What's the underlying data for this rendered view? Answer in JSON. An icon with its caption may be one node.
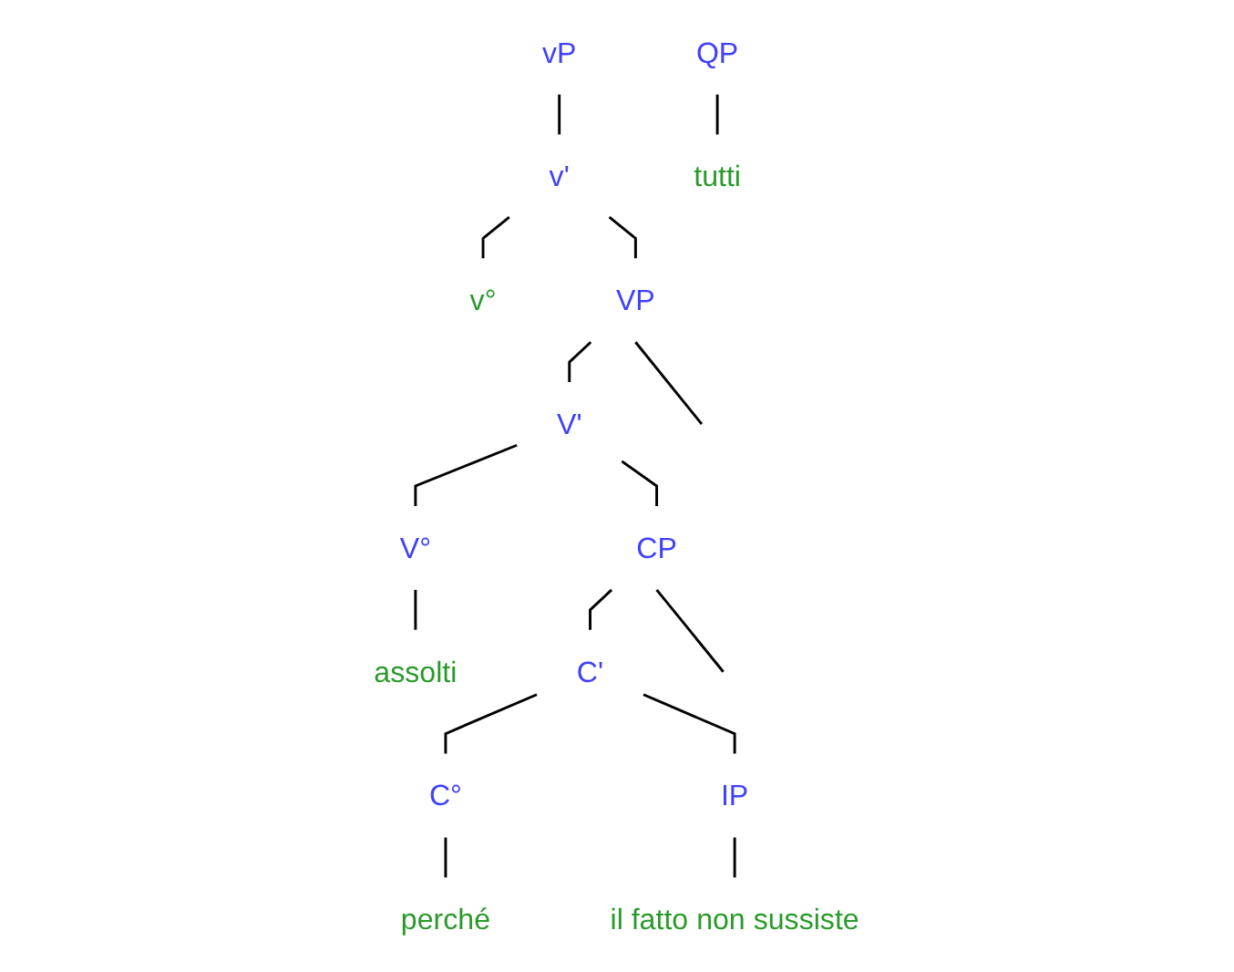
{
  "diagram": {
    "nodes": [
      {
        "text": [
          "vP"
        ]
      },
      {
        "text": [
          "QP"
        ]
      },
      {
        "text": [
          "v'"
        ]
      },
      {
        "text": [
          "tutti"
        ]
      },
      {
        "text": [
          "v°"
        ]
      },
      {
        "text": [
          "VP"
        ]
      },
      {
        "text": [
          "V'"
        ]
      },
      {
        "text": [
          "V°"
        ]
      },
      {
        "text": [
          "CP"
        ]
      },
      {
        "text": [
          "assolti"
        ]
      },
      {
        "text": [
          "C'"
        ]
      },
      {
        "text": [
          "C°"
        ]
      },
      {
        "text": [
          "IP"
        ]
      },
      {
        "text": [
          "perché"
        ]
      },
      {
        "text": [
          "il fatto non sussiste"
        ]
      }
    ],
    "edges": [
      {
        "from": 0,
        "to": 2,
        "arrow": "none"
      },
      {
        "from": 1,
        "to": 3,
        "arrow": "none"
      },
      {
        "from": 2,
        "to": 4,
        "arrow": "none"
      },
      {
        "from": 2,
        "to": 5,
        "arrow": "none"
      },
      {
        "from": 5,
        "to": null,
        "arrow": "none"
      },
      {
        "from": 5,
        "to": 6,
        "arrow": "none"
      },
      {
        "from": 6,
        "to": 7,
        "arrow": "none"
      },
      {
        "from": 6,
        "to": 8,
        "arrow": "none"
      },
      {
        "from": 7,
        "to": 9,
        "arrow": "none"
      },
      {
        "from": 8,
        "to": null,
        "arrow": "none"
      },
      {
        "from": 8,
        "to": 10,
        "arrow": "none"
      },
      {
        "from": 10,
        "to": 11,
        "arrow": "none"
      },
      {
        "from": 10,
        "to": 12,
        "arrow": "none"
      },
      {
        "from": 11,
        "to": 13,
        "arrow": "none"
      },
      {
        "from": 12,
        "to": 14,
        "arrow": "none"
      }
    ]
  }
}
